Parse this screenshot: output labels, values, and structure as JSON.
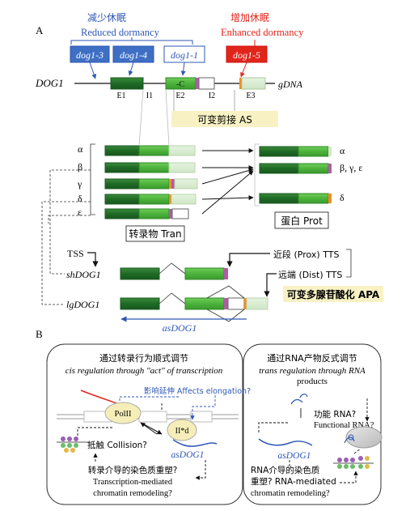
{
  "panelA": {
    "label": "A",
    "reduced": {
      "cn": "减少休眠",
      "en": "Reduced dormancy",
      "color": "#2e57b5"
    },
    "enhanced": {
      "cn": "增加休眠",
      "en": "Enhanced dormancy",
      "color": "#e1251b"
    },
    "alleles": [
      "dog1-3",
      "dog1-4",
      "dog1-1",
      "dog1-5"
    ],
    "gene": "DOG1",
    "gdna": "gDNA",
    "snp_mark": "-C",
    "exons": [
      "E1",
      "I1",
      "E2",
      "I2",
      "E3"
    ],
    "as_label": "可变剪接 AS",
    "isoforms": [
      "α",
      "β",
      "γ",
      "δ",
      "ε"
    ],
    "prot_labels": [
      "α",
      "β, γ, ε",
      "δ"
    ],
    "tran_label": "转录物 Tran",
    "prot_label": "蛋白 Prot",
    "tss": "TSS",
    "short_tx": "shDOG1",
    "long_tx": "lgDOG1",
    "antisense": "asDOG1",
    "prox_tts": "近段 (Prox) TTS",
    "dist_tts": "远端 (Dist) TTS",
    "apa_label": "可变多腺苷酸化 APA"
  },
  "panelB": {
    "label": "B",
    "left": {
      "title_cn": "通过转录行为顺式调节",
      "title_en": "cis regulation through \"act\" of transcription",
      "affects": "影响延伸 Affects elongation?",
      "pol2": "PolII",
      "pol_right": "II*d",
      "collision": "抵触 Collision?",
      "asdog1": "asDOG1",
      "remodel_cn": "转录介导的染色质重塑?",
      "remodel_en1": "Transcription-mediated",
      "remodel_en2": "chromatin remodeling?"
    },
    "right": {
      "title_cn": "通过RNA产物反式调节",
      "title_en1": "trans regulation through RNA",
      "title_en2": "products",
      "functional_cn": "功能 RNA?",
      "functional_en": "Functional RNA?",
      "asdog1": "asDOG1",
      "remodel_cn1": "RNA介导的染色质",
      "remodel_cn2": "重塑?  RNA-mediated",
      "remodel_en": "chromatin remodeling?"
    }
  }
}
